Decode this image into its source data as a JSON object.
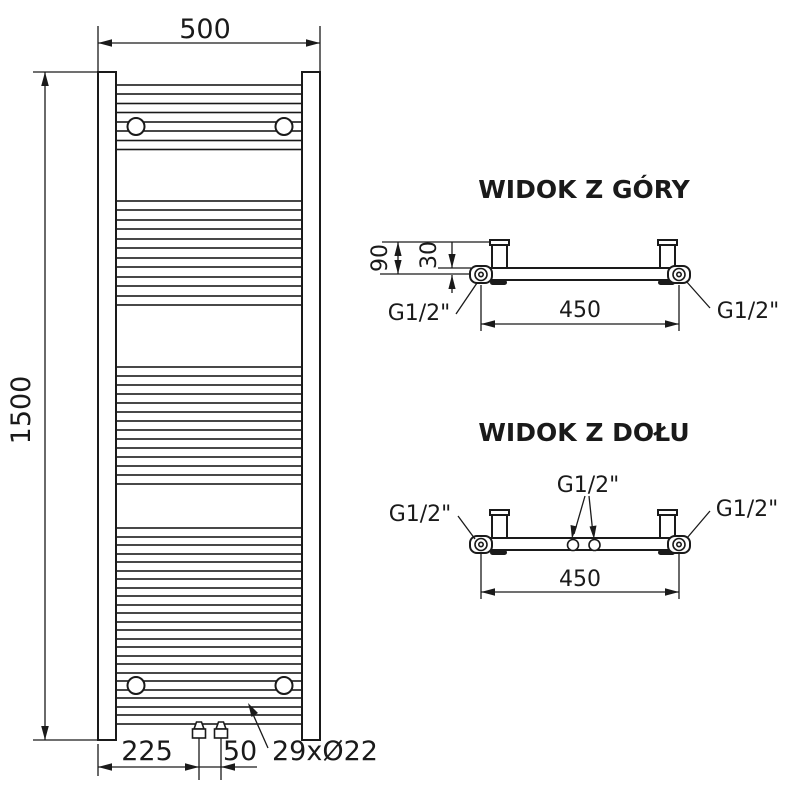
{
  "front_view": {
    "width_label": "500",
    "height_label": "1500",
    "left_valve_offset_label": "225",
    "valve_spacing_label": "50",
    "tubes_label": "29xØ22"
  },
  "top_view": {
    "title": "WIDOK Z GÓRY",
    "depth_label": "90",
    "bar_label": "30",
    "span_label": "450",
    "left_connection_label": "G1/2\"",
    "right_connection_label": "G1/2\""
  },
  "bottom_view": {
    "title": "WIDOK Z DOŁU",
    "span_label": "450",
    "left_connection_label": "G1/2\"",
    "center_connection_label": "G1/2\"",
    "right_connection_label": "G1/2\""
  }
}
